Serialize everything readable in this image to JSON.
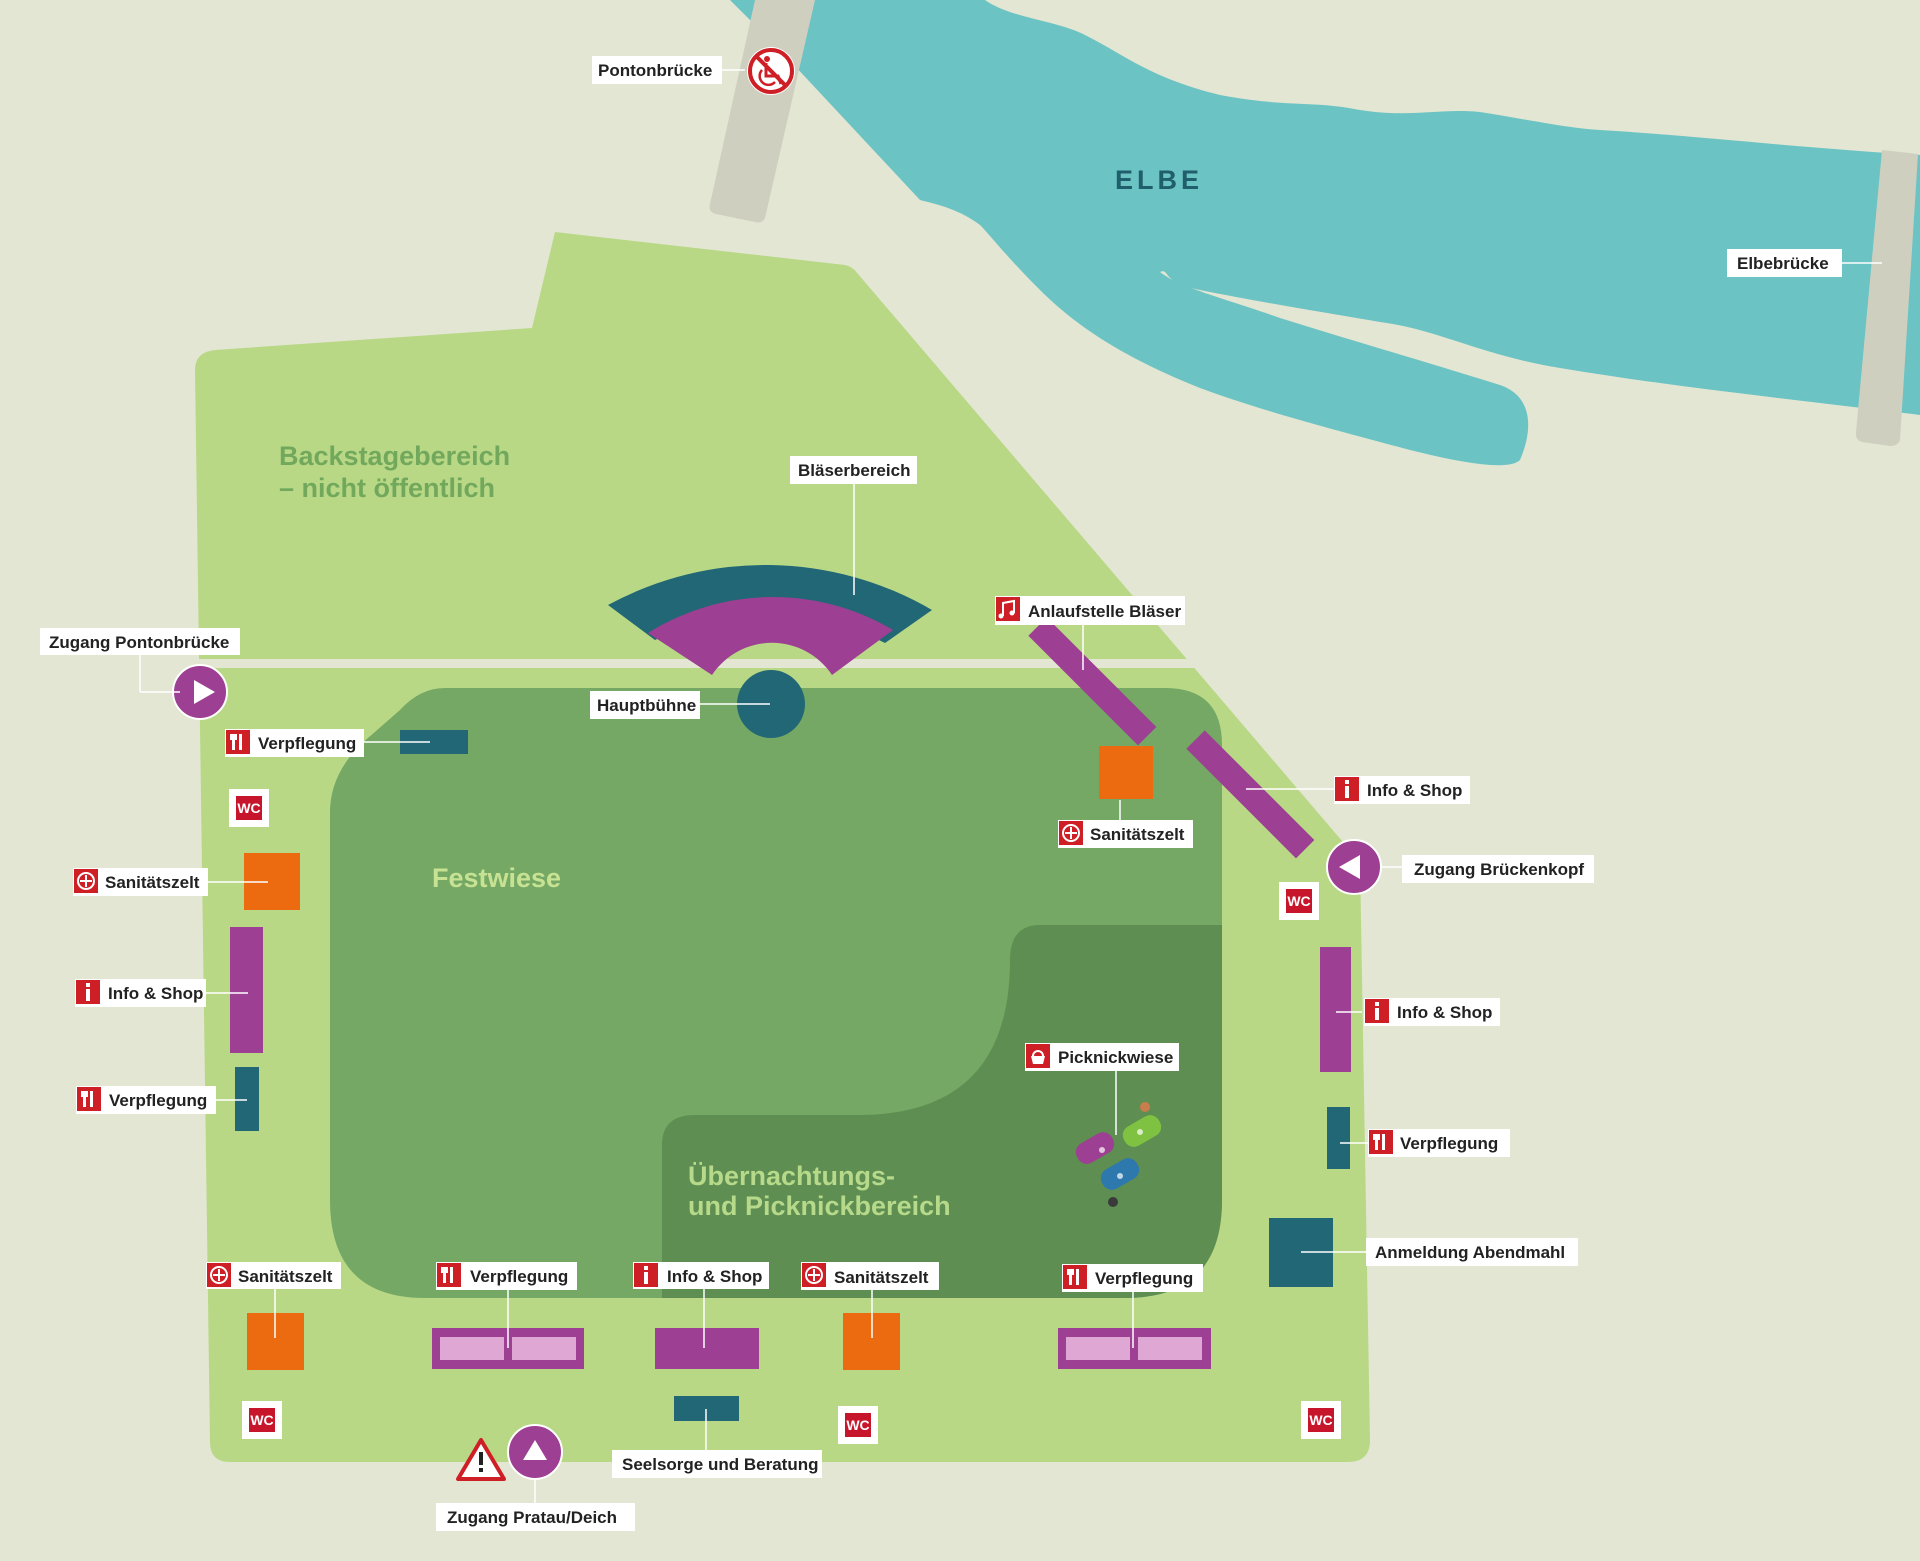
{
  "river": {
    "name": "ELBE"
  },
  "colors": {
    "land": "#e3e6d3",
    "river": "#6cc3c3",
    "bridge": "#cfcfc0",
    "outer_area": "#b8d886",
    "festwiese": "#74a864",
    "picnic_area": "#5e8e52",
    "purple": "#9d3f92",
    "dark_teal": "#226776",
    "orange": "#ec6a10",
    "icon_red": "#cf1f26",
    "wc_red": "#c7162b"
  },
  "areas": {
    "backstage_line1": "Backstagebereich",
    "backstage_line2": "– nicht öffentlich",
    "festwiese": "Festwiese",
    "camp_line1": "Übernachtungs-",
    "camp_line2": "und Picknickbereich"
  },
  "labels": {
    "pontonbruecke": "Pontonbrücke",
    "elbebruecke": "Elbebrücke",
    "blaeserbereich": "Bläserbereich",
    "hauptbuehne": "Hauptbühne",
    "anlaufstelle": "Anlaufstelle Bläser",
    "zugang_ponton": "Zugang Pontonbrücke",
    "zugang_bruecke": "Zugang Brückenkopf",
    "zugang_pratau": "Zugang Pratau/Deich",
    "picknickwiese": "Picknickwiese",
    "anmeldung": "Anmeldung Abendmahl",
    "seelsorge": "Seelsorge und Beratung",
    "verpflegung": "Verpflegung",
    "info_shop": "Info & Shop",
    "sanitaet": "Sanitätszelt",
    "wc": "WC"
  },
  "icons": {
    "no_wheelchair": "no-wheelchair-access-icon",
    "music": "music-note-icon",
    "food": "fork-knife-icon",
    "info": "info-icon",
    "medical": "medical-cross-icon",
    "picnic": "picnic-basket-icon",
    "warning": "warning-triangle-icon",
    "arrow": "entrance-arrow-icon",
    "wc": "wc-icon"
  }
}
